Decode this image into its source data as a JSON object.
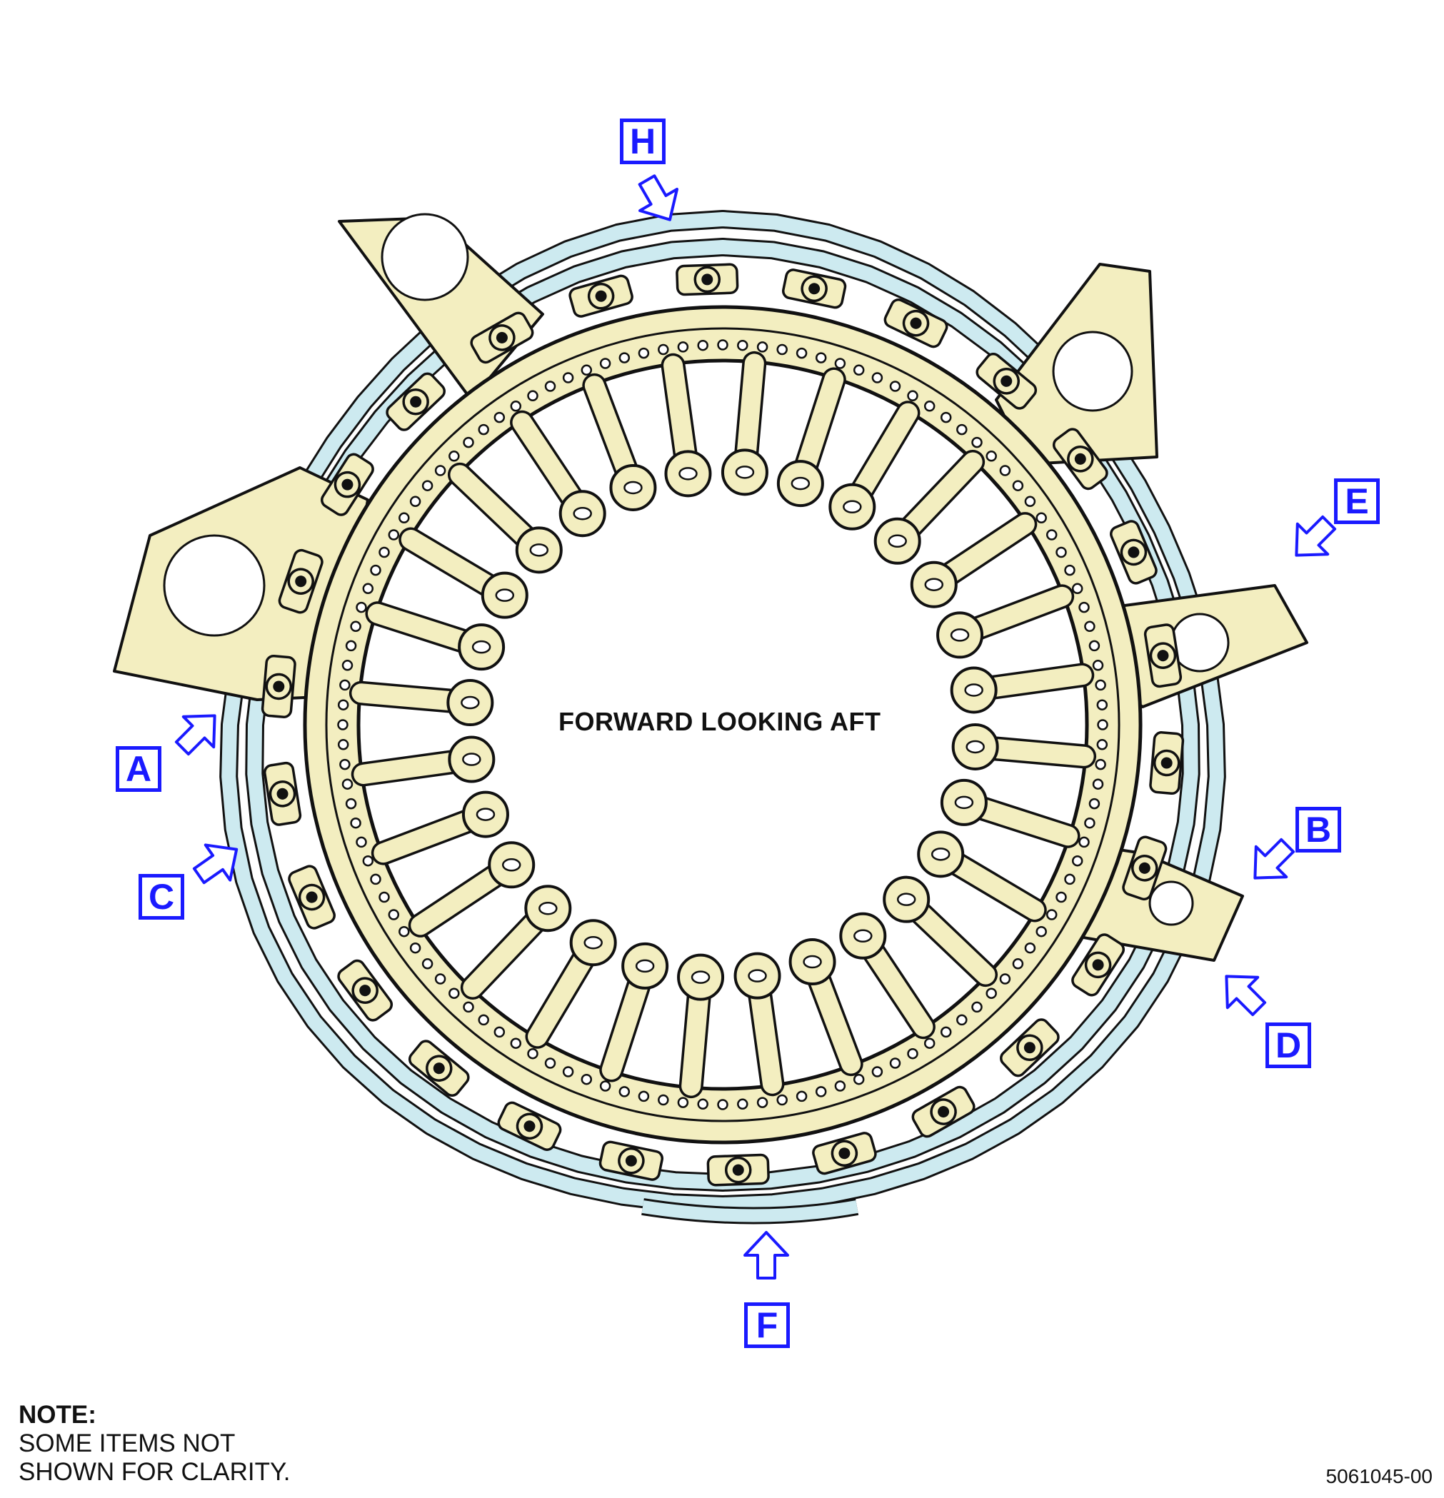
{
  "title": "FORWARD LOOKING AFT",
  "view_labels": [
    {
      "id": "A",
      "label": "A",
      "arrow_direction": "up-right"
    },
    {
      "id": "B",
      "label": "B",
      "arrow_direction": "down-left"
    },
    {
      "id": "C",
      "label": "C",
      "arrow_direction": "up-right"
    },
    {
      "id": "D",
      "label": "D",
      "arrow_direction": "up-left"
    },
    {
      "id": "E",
      "label": "E",
      "arrow_direction": "down-left"
    },
    {
      "id": "F",
      "label": "F",
      "arrow_direction": "up"
    },
    {
      "id": "H",
      "label": "H",
      "arrow_direction": "down-right"
    }
  ],
  "note": {
    "heading": "NOTE:",
    "line1": "SOME ITEMS NOT",
    "line2": "SHOWN FOR CLARITY."
  },
  "drawing_number": "5061045-00",
  "colors": {
    "part_fill": "#f3eec0",
    "tube_fill": "#cdeaf0",
    "outline": "#111111",
    "callout_blue": "#1a1aff"
  }
}
